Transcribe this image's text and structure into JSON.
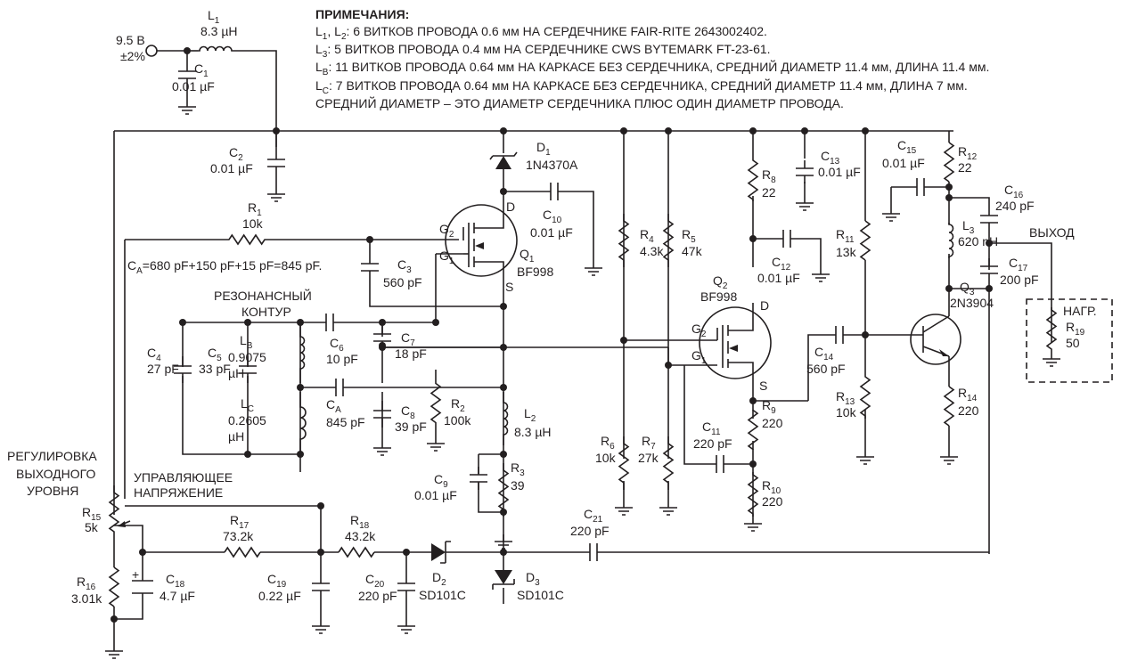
{
  "notes": {
    "title": "ПРИМЕЧАНИЯ:",
    "lines": [
      {
        "p": "L",
        "s1": "1",
        "m": ", L",
        "s2": "2",
        "t": ": 6 ВИТКОВ ПРОВОДА 0.6 мм НА СЕРДЕЧНИКЕ FAIR-RITE 2643002402."
      },
      {
        "p": "L",
        "s1": "3",
        "t": ": 5 ВИТКОВ ПРОВОДА 0.4 мм НА СЕРДЕЧНИКЕ CWS BYTEMARK FT-23-61."
      },
      {
        "p": "L",
        "s1": "B",
        "t": ": 11 ВИТКОВ ПРОВОДА 0.64 мм НА КАРКАСЕ БЕЗ СЕРДЕЧНИКА, СРЕДНИЙ ДИАМЕТР 11.4 мм, ДЛИНА 11.4 мм."
      },
      {
        "p": "L",
        "s1": "C",
        "t": ": 7 ВИТКОВ ПРОВОДА 0.64 мм НА КАРКАСЕ БЕЗ СЕРДЕЧНИКА, СРЕДНИЙ ДИАМЕТР 11.4 мм, ДЛИНА 7 мм."
      },
      {
        "p": "",
        "t": "СРЕДНИЙ ДИАМЕТР – ЭТО ДИАМЕТР СЕРДЕЧНИКА ПЛЮС ОДИН ДИАМЕТР ПРОВОДА."
      }
    ]
  },
  "supply": {
    "voltage": "9.5 В",
    "tolerance": "±2%"
  },
  "ca_formula": "C",
  "ca_formula_sub": "A",
  "ca_formula_rest": "=680 pF+150 pF+15 pF=845 pF.",
  "labels": {
    "resonant_1": "РЕЗОНАНСНЫЙ",
    "resonant_2": "КОНТУР",
    "control_1": "УПРАВЛЯЮЩЕЕ",
    "control_2": "НАПРЯЖЕНИЕ",
    "level_1": "РЕГУЛИРОВКА",
    "level_2": "ВЫХОДНОГО",
    "level_3": "УРОВНЯ",
    "output": "ВЫХОД",
    "load": "НАГР.",
    "pin_d": "D",
    "pin_s": "S",
    "pin_g": "G"
  },
  "components": [
    {
      "id": "L1",
      "name": "L",
      "sub": "1",
      "value": "8.3 µH"
    },
    {
      "id": "C1",
      "name": "C",
      "sub": "1",
      "value": "0.01 µF"
    },
    {
      "id": "C2",
      "name": "C",
      "sub": "2",
      "value": "0.01 µF"
    },
    {
      "id": "R1",
      "name": "R",
      "sub": "1",
      "value": "10k"
    },
    {
      "id": "C3",
      "name": "C",
      "sub": "3",
      "value": "560 pF"
    },
    {
      "id": "D1",
      "name": "D",
      "sub": "1",
      "value": "1N4370A"
    },
    {
      "id": "C10",
      "name": "C",
      "sub": "10",
      "value": "0.01 µF"
    },
    {
      "id": "Q1",
      "name": "Q",
      "sub": "1",
      "value": "BF998"
    },
    {
      "id": "C4",
      "name": "C",
      "sub": "4",
      "value": "27 pF"
    },
    {
      "id": "C5",
      "name": "C",
      "sub": "5",
      "value": "33 pF"
    },
    {
      "id": "LB",
      "name": "L",
      "sub": "B",
      "value": "0.9075",
      "value2": "µH"
    },
    {
      "id": "LC",
      "name": "L",
      "sub": "C",
      "value": "0.2605",
      "value2": "µH"
    },
    {
      "id": "C6",
      "name": "C",
      "sub": "6",
      "value": "10 pF"
    },
    {
      "id": "C7",
      "name": "C",
      "sub": "7",
      "value": "18 pF"
    },
    {
      "id": "CA",
      "name": "C",
      "sub": "A",
      "value": "845 pF"
    },
    {
      "id": "C8",
      "name": "C",
      "sub": "8",
      "value": "39 pF"
    },
    {
      "id": "R2",
      "name": "R",
      "sub": "2",
      "value": "100k"
    },
    {
      "id": "L2",
      "name": "L",
      "sub": "2",
      "value": "8.3 µH"
    },
    {
      "id": "C9",
      "name": "C",
      "sub": "9",
      "value": "0.01 µF"
    },
    {
      "id": "R3",
      "name": "R",
      "sub": "3",
      "value": "39"
    },
    {
      "id": "R4",
      "name": "R",
      "sub": "4",
      "value": "4.3k"
    },
    {
      "id": "R5",
      "name": "R",
      "sub": "5",
      "value": "47k"
    },
    {
      "id": "R6",
      "name": "R",
      "sub": "6",
      "value": "10k"
    },
    {
      "id": "R7",
      "name": "R",
      "sub": "7",
      "value": "27k"
    },
    {
      "id": "R8",
      "name": "R",
      "sub": "8",
      "value": "22"
    },
    {
      "id": "C13",
      "name": "C",
      "sub": "13",
      "value": "0.01 µF"
    },
    {
      "id": "C12",
      "name": "C",
      "sub": "12",
      "value": "0.01 µF"
    },
    {
      "id": "Q2",
      "name": "Q",
      "sub": "2",
      "value": "BF998"
    },
    {
      "id": "C11",
      "name": "C",
      "sub": "11",
      "value": "220 pF"
    },
    {
      "id": "R9",
      "name": "R",
      "sub": "9",
      "value": "220"
    },
    {
      "id": "R10",
      "name": "R",
      "sub": "10",
      "value": "220"
    },
    {
      "id": "R11",
      "name": "R",
      "sub": "11",
      "value": "13k"
    },
    {
      "id": "R13",
      "name": "R",
      "sub": "13",
      "value": "10k"
    },
    {
      "id": "C14",
      "name": "C",
      "sub": "14",
      "value": "560 pF"
    },
    {
      "id": "C15",
      "name": "C",
      "sub": "15",
      "value": "0.01 µF"
    },
    {
      "id": "R12",
      "name": "R",
      "sub": "12",
      "value": "22"
    },
    {
      "id": "C16",
      "name": "C",
      "sub": "16",
      "value": "240 pF"
    },
    {
      "id": "L3",
      "name": "L",
      "sub": "3",
      "value": "620 nH"
    },
    {
      "id": "C17",
      "name": "C",
      "sub": "17",
      "value": "200 pF"
    },
    {
      "id": "Q3",
      "name": "Q",
      "sub": "3",
      "value": "2N3904"
    },
    {
      "id": "R14",
      "name": "R",
      "sub": "14",
      "value": "220"
    },
    {
      "id": "R19",
      "name": "R",
      "sub": "19",
      "value": "50"
    },
    {
      "id": "R15",
      "name": "R",
      "sub": "15",
      "value": "5k"
    },
    {
      "id": "R16",
      "name": "R",
      "sub": "16",
      "value": "3.01k"
    },
    {
      "id": "C18",
      "name": "C",
      "sub": "18",
      "value": "4.7 µF"
    },
    {
      "id": "R17",
      "name": "R",
      "sub": "17",
      "value": "73.2k"
    },
    {
      "id": "C19",
      "name": "C",
      "sub": "19",
      "value": "0.22 µF"
    },
    {
      "id": "R18",
      "name": "R",
      "sub": "18",
      "value": "43.2k"
    },
    {
      "id": "C20",
      "name": "C",
      "sub": "20",
      "value": "220 pF"
    },
    {
      "id": "D2",
      "name": "D",
      "sub": "2",
      "value": "SD101C"
    },
    {
      "id": "D3",
      "name": "D",
      "sub": "3",
      "value": "SD101C"
    },
    {
      "id": "C21",
      "name": "C",
      "sub": "21",
      "value": "220 pF"
    }
  ]
}
